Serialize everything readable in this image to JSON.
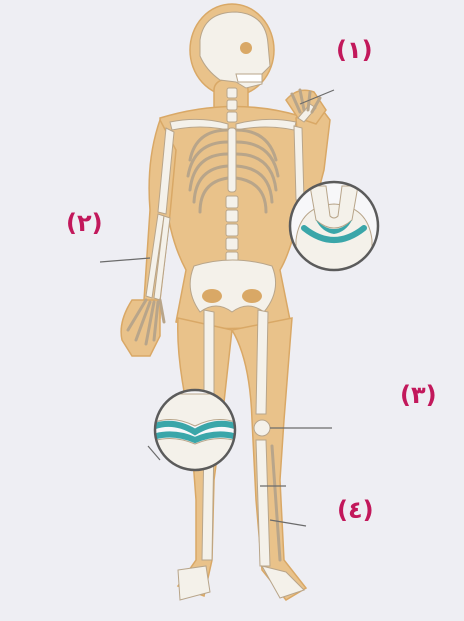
{
  "labels": {
    "label_1": "(١)",
    "label_2": "(٢)",
    "label_3": "(٣)",
    "label_4": "(٤)"
  },
  "colors": {
    "label_text": "#c2185b",
    "skin": "#e9c28a",
    "skin_shadow": "#d9a866",
    "bone": "#f4f1ea",
    "bone_outline": "#b8a58a",
    "joint_highlight": "#3aa6a9",
    "leader_line": "#6b6b6b",
    "background": "#eeeef3"
  }
}
